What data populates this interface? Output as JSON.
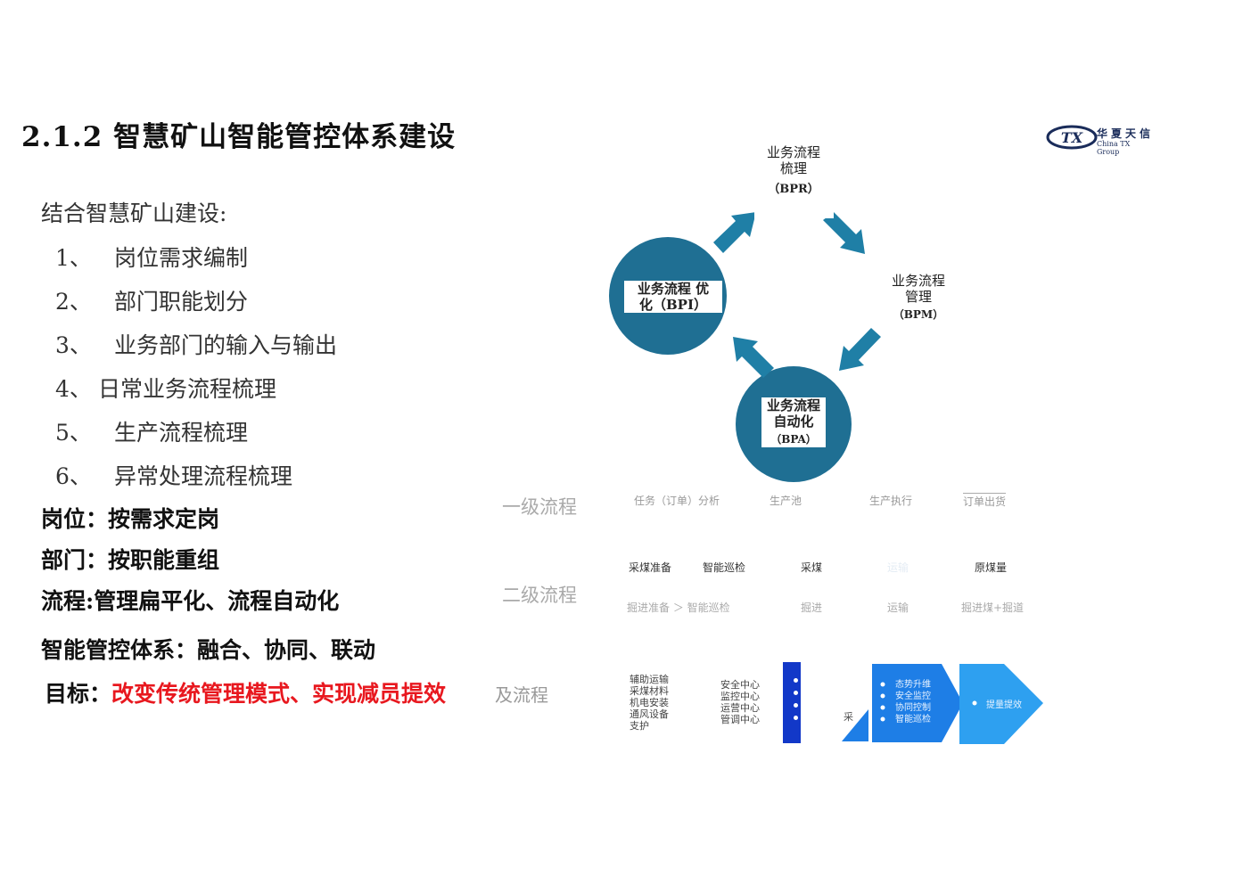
{
  "title": "2.1.2 智慧矿山智能管控体系建设",
  "logo": {
    "mark": "TX",
    "cn": "华夏天信",
    "en": "China TX Group"
  },
  "intro": "结合智慧矿山建设:",
  "items": [
    {
      "num": "1、",
      "text": "岗位需求编制"
    },
    {
      "num": "2、",
      "text": "部门职能划分"
    },
    {
      "num": "3、",
      "text": "业务部门的输入与输出"
    },
    {
      "num": "4、",
      "text": "日常业务流程梳理"
    },
    {
      "num": "5、",
      "text": "生产流程梳理"
    },
    {
      "num": "6、",
      "text": "异常处理流程梳理"
    }
  ],
  "principles": [
    "岗位：按需求定岗",
    "部门：按职能重组",
    "流程:管理扁平化、流程自动化",
    "智能管控体系：融合、协同、联动"
  ],
  "goal": {
    "label": "目标：",
    "highlight": "改变传统管理模式、实现减员提效",
    "tail": "及流程"
  },
  "cycle": {
    "bpr_line1": "业务流程",
    "bpr_line2": "梳理",
    "bpr_code": "（BPR）",
    "bpi_line1": "业务流程 优",
    "bpi_line2": "化（BPI）",
    "bpm_line1": "业务流程",
    "bpm_line2": "管理",
    "bpm_code": "（BPM）",
    "bpa_line1": "业务流程",
    "bpa_line2": "自动化",
    "bpa_code": "（BPA）",
    "circle_color": "#1f6f93"
  },
  "level1": {
    "label": "一级流程",
    "steps": [
      "任务（订单）分析",
      "生产池",
      "生产执行",
      "订单出货"
    ]
  },
  "level2": {
    "label": "二级流程",
    "row1": [
      "采煤准备",
      "智能巡检",
      "采煤",
      "运输",
      "原煤量"
    ],
    "row2": [
      "掘进准备 ＞ 智能巡检",
      "掘进",
      "运输",
      "掘进煤+掘道"
    ]
  },
  "bottom": {
    "col1": "辅助运输\n采煤材料\n机电安装\n通风设备\n支护",
    "col2": "安全中心\n监控中心\n运营中心\n管调中心",
    "small_char": "采",
    "box1_items": [
      "态势升维",
      "安全监控",
      "协同控制",
      "智能巡检"
    ],
    "box2_item": "提量提效",
    "colors": {
      "dark": "#1238c8",
      "mid": "#1e7ee6",
      "light": "#2ea0f0"
    }
  }
}
